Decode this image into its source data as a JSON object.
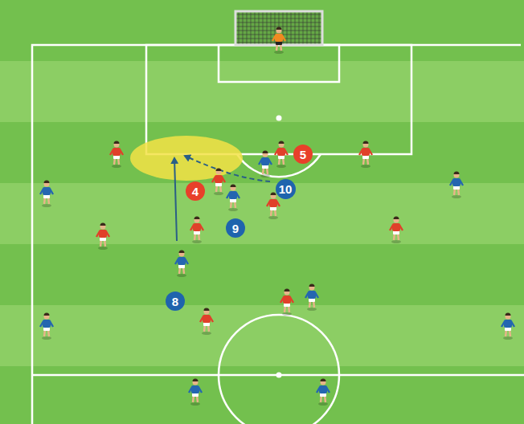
{
  "diagram": {
    "nodes": [
      {
        "text": [
          "5"
        ]
      },
      {
        "text": [
          "4"
        ]
      },
      {
        "text": [
          "10"
        ]
      },
      {
        "text": [
          "9"
        ]
      },
      {
        "text": [
          "8"
        ]
      }
    ]
  }
}
